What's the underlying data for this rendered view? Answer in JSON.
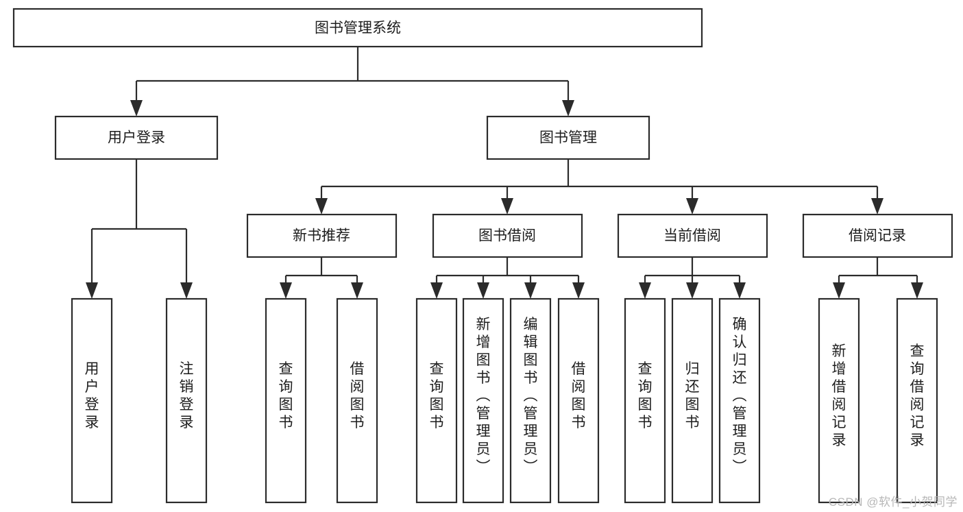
{
  "diagram": {
    "type": "tree-hierarchy",
    "title": "图书管理系统",
    "watermark": "CSDN @软件_小贺同学",
    "colors": {
      "background": "#ffffff",
      "box_fill": "#ffffff",
      "box_stroke": "#2b2b2b",
      "text": "#1d1d1d",
      "watermark": "#b7b7b7"
    },
    "levels": {
      "root": {
        "label": "图书管理系统"
      },
      "level2": [
        {
          "label": "用户登录"
        },
        {
          "label": "图书管理"
        }
      ],
      "level3": [
        {
          "label": "新书推荐"
        },
        {
          "label": "图书借阅"
        },
        {
          "label": "当前借阅"
        },
        {
          "label": "借阅记录"
        }
      ],
      "leaves": [
        {
          "label": "用户登录",
          "parent": "用户登录"
        },
        {
          "label": "注销登录",
          "parent": "用户登录"
        },
        {
          "label": "查询图书",
          "parent": "新书推荐"
        },
        {
          "label": "借阅图书",
          "parent": "新书推荐"
        },
        {
          "label": "查询图书",
          "parent": "图书借阅"
        },
        {
          "label": "新增图书（管理员）",
          "parent": "图书借阅"
        },
        {
          "label": "编辑图书（管理员）",
          "parent": "图书借阅"
        },
        {
          "label": "借阅图书",
          "parent": "图书借阅"
        },
        {
          "label": "查询图书",
          "parent": "当前借阅"
        },
        {
          "label": "归还图书",
          "parent": "当前借阅"
        },
        {
          "label": "确认归还（管理员）",
          "parent": "当前借阅"
        },
        {
          "label": "新增借阅记录",
          "parent": "借阅记录"
        },
        {
          "label": "查询借阅记录",
          "parent": "借阅记录"
        }
      ]
    }
  }
}
